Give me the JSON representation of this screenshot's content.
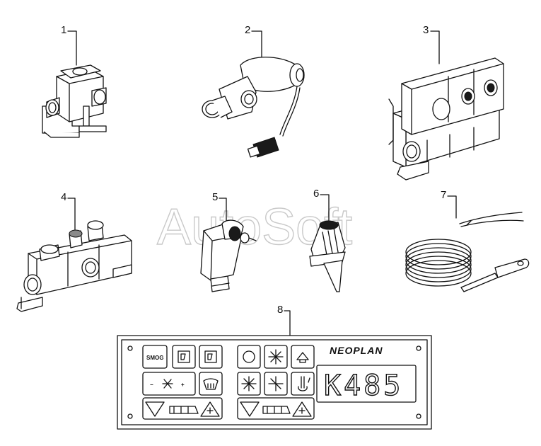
{
  "watermark": "AutoSoft",
  "parts": [
    {
      "number": "1"
    },
    {
      "number": "2"
    },
    {
      "number": "3"
    },
    {
      "number": "4"
    },
    {
      "number": "5"
    },
    {
      "number": "6"
    },
    {
      "number": "7"
    },
    {
      "number": "8"
    }
  ],
  "control_panel": {
    "smog_label": "SMOG",
    "fan_minus": "−",
    "fan_plus": "+",
    "brand": "NEOPLAN",
    "display_value": "K485",
    "icons": {
      "recirc": "circle-icon",
      "sun": "sun-icon",
      "heat": "heater-icon",
      "window_left": "window-left-icon",
      "window_right": "window-right-icon",
      "fan": "fan-icon",
      "defrost": "defrost-icon",
      "ac": "snowflake-icon",
      "ac2": "snowflake-fan-icon",
      "temp": "thermometer-icon",
      "bus": "bus-icon"
    }
  }
}
